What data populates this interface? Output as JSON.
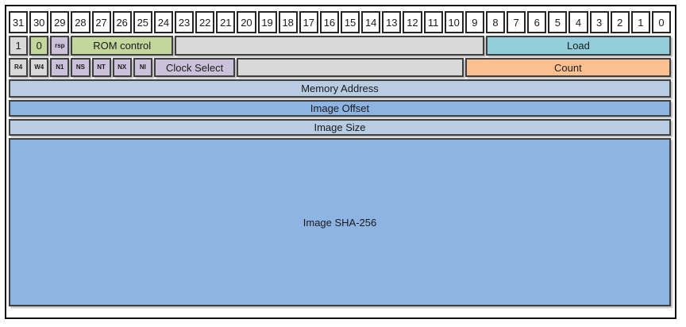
{
  "register": {
    "bit_labels": [
      "31",
      "30",
      "29",
      "28",
      "27",
      "26",
      "25",
      "24",
      "23",
      "22",
      "21",
      "20",
      "19",
      "18",
      "17",
      "16",
      "15",
      "14",
      "13",
      "12",
      "11",
      "10",
      "9",
      "8",
      "7",
      "6",
      "5",
      "4",
      "3",
      "2",
      "1",
      "0"
    ],
    "palette": {
      "white": "#ffffff",
      "gray": "#d9d9d9",
      "green": "#c3d69b",
      "purple": "#ccc1da",
      "cyan": "#92cddc",
      "orange": "#fac090",
      "blue_light": "#b8cce4",
      "blue_medium": "#8db4e2"
    },
    "rows": [
      {
        "cells": [
          {
            "name": "field-bit31-value",
            "label": "1",
            "span": 1,
            "color": "gray"
          },
          {
            "name": "field-bit30-value",
            "label": "0",
            "span": 1,
            "color": "green"
          },
          {
            "name": "field-rsp",
            "label": "rsp",
            "span": 1,
            "color": "purple",
            "small": true
          },
          {
            "name": "field-rom-control",
            "label": "ROM control",
            "span": 5,
            "color": "green"
          },
          {
            "name": "field-reserved-bits-23-9",
            "label": "",
            "span": 15,
            "color": "gray"
          },
          {
            "name": "field-load",
            "label": "Load",
            "span": 9,
            "color": "cyan"
          }
        ]
      },
      {
        "cells": [
          {
            "name": "field-r4",
            "label": "R4",
            "span": 1,
            "color": "gray",
            "small": true
          },
          {
            "name": "field-w4",
            "label": "W4",
            "span": 1,
            "color": "gray",
            "small": true
          },
          {
            "name": "field-n1",
            "label": "N1",
            "span": 1,
            "color": "purple",
            "small": true
          },
          {
            "name": "field-ns",
            "label": "NS",
            "span": 1,
            "color": "purple",
            "small": true
          },
          {
            "name": "field-nt",
            "label": "NT",
            "span": 1,
            "color": "purple",
            "small": true
          },
          {
            "name": "field-nx",
            "label": "NX",
            "span": 1,
            "color": "purple",
            "small": true
          },
          {
            "name": "field-ni",
            "label": "NI",
            "span": 1,
            "color": "purple",
            "small": true
          },
          {
            "name": "field-clock-select",
            "label": "Clock Select",
            "span": 4,
            "color": "purple"
          },
          {
            "name": "field-reserved-bits-20-10",
            "label": "",
            "span": 11,
            "color": "gray"
          },
          {
            "name": "field-count",
            "label": "Count",
            "span": 10,
            "color": "orange"
          }
        ]
      },
      {
        "cells": [
          {
            "name": "field-memory-address",
            "label": "Memory Address",
            "span": 32,
            "color": "blue_light"
          }
        ]
      },
      {
        "cells": [
          {
            "name": "field-image-offset",
            "label": "Image Offset",
            "span": 32,
            "color": "blue_medium"
          }
        ]
      },
      {
        "cells": [
          {
            "name": "field-image-size",
            "label": "Image Size",
            "span": 32,
            "color": "blue_light"
          }
        ]
      },
      {
        "cells": [
          {
            "name": "field-image-sha256",
            "label": "Image SHA-256",
            "span": 32,
            "color": "blue_medium"
          }
        ]
      }
    ]
  }
}
